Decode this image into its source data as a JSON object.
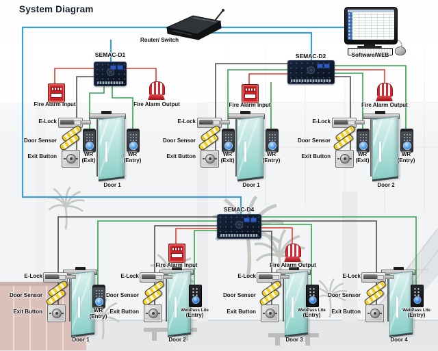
{
  "title": "System Diagram",
  "network": {
    "router_label": "Router/ Switch",
    "software_label": "Software/WEB"
  },
  "controllers": [
    {
      "label": "SEMAC-D1"
    },
    {
      "label": "SEMAC-D2"
    },
    {
      "label": "SEMAC-D4"
    }
  ],
  "fire": {
    "input_label": "Fire Alarm Input",
    "output_label": "Fire Alarm Output"
  },
  "device_labels": {
    "e_lock": "E-Lock",
    "door_sensor": "Door Sensor",
    "exit_button": "Exit Button"
  },
  "door_groups": {
    "top": [
      {
        "door_label": "Door 1",
        "readers": [
          {
            "type": "wr",
            "l1": "WR",
            "l2": "(Exit)"
          },
          {
            "type": "wr",
            "l1": "WR",
            "l2": "(Entry)"
          }
        ]
      },
      {
        "door_label": "Door 1",
        "readers": [
          {
            "type": "wr",
            "l1": "WR",
            "l2": "(Exit)"
          },
          {
            "type": "wr",
            "l1": "WR",
            "l2": "(Entry)"
          }
        ]
      },
      {
        "door_label": "Door 2",
        "readers": [
          {
            "type": "wr",
            "l1": "WR",
            "l2": "(Exit)"
          },
          {
            "type": "wr",
            "l1": "WR",
            "l2": "(Entry)"
          }
        ]
      }
    ],
    "bottom": [
      {
        "door_label": "Door 1",
        "readers": [
          {
            "type": "wr",
            "l1": "WR",
            "l2": "(Entry)"
          }
        ]
      },
      {
        "door_label": "Door 2",
        "readers": [
          {
            "type": "webpass",
            "l1": "WebPass Lite",
            "l2": "(Entry)"
          }
        ]
      },
      {
        "door_label": "Door 3",
        "readers": [
          {
            "type": "webpass",
            "l1": "WebPass Lite",
            "l2": "(Entry)"
          }
        ]
      },
      {
        "door_label": "Door 4",
        "readers": [
          {
            "type": "webpass",
            "l1": "WebPass Lite",
            "l2": "(Entry)"
          }
        ]
      }
    ]
  },
  "colors": {
    "wire_network": "#3b9fd4",
    "wire_fire": "#e23a2c",
    "wire_reader": "#2fa24d",
    "wire_device": "#4a4a4a"
  }
}
